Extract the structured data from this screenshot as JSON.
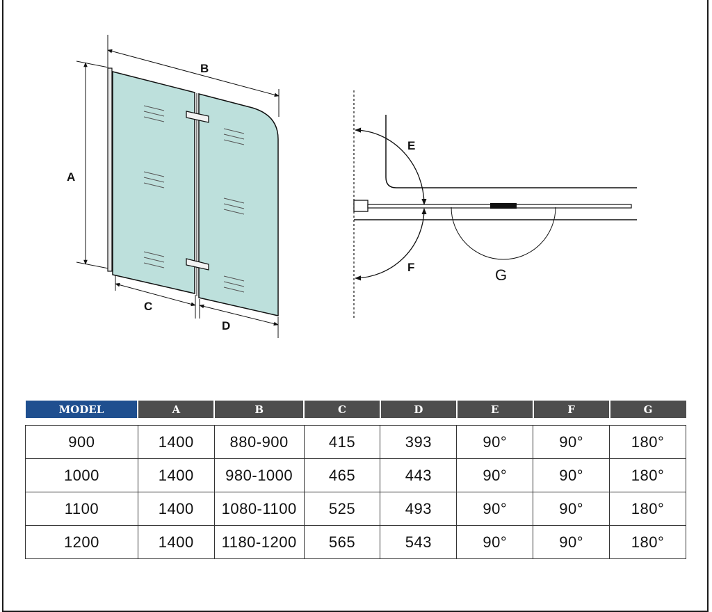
{
  "labels": {
    "A": "A",
    "B": "B",
    "C": "C",
    "D": "D",
    "E": "E",
    "F": "F",
    "G": "G"
  },
  "colors": {
    "glass": "#bde0dc",
    "header_model": "#1f4f8f",
    "header": "#4d4d4d"
  },
  "table": {
    "headers": [
      "MODEL",
      "A",
      "B",
      "C",
      "D",
      "E",
      "F",
      "G"
    ],
    "rows": [
      [
        "900",
        "1400",
        "880-900",
        "415",
        "393",
        "90°",
        "90°",
        "180°"
      ],
      [
        "1000",
        "1400",
        "980-1000",
        "465",
        "443",
        "90°",
        "90°",
        "180°"
      ],
      [
        "1100",
        "1400",
        "1080-1100",
        "525",
        "493",
        "90°",
        "90°",
        "180°"
      ],
      [
        "1200",
        "1400",
        "1180-1200",
        "565",
        "543",
        "90°",
        "90°",
        "180°"
      ]
    ]
  }
}
